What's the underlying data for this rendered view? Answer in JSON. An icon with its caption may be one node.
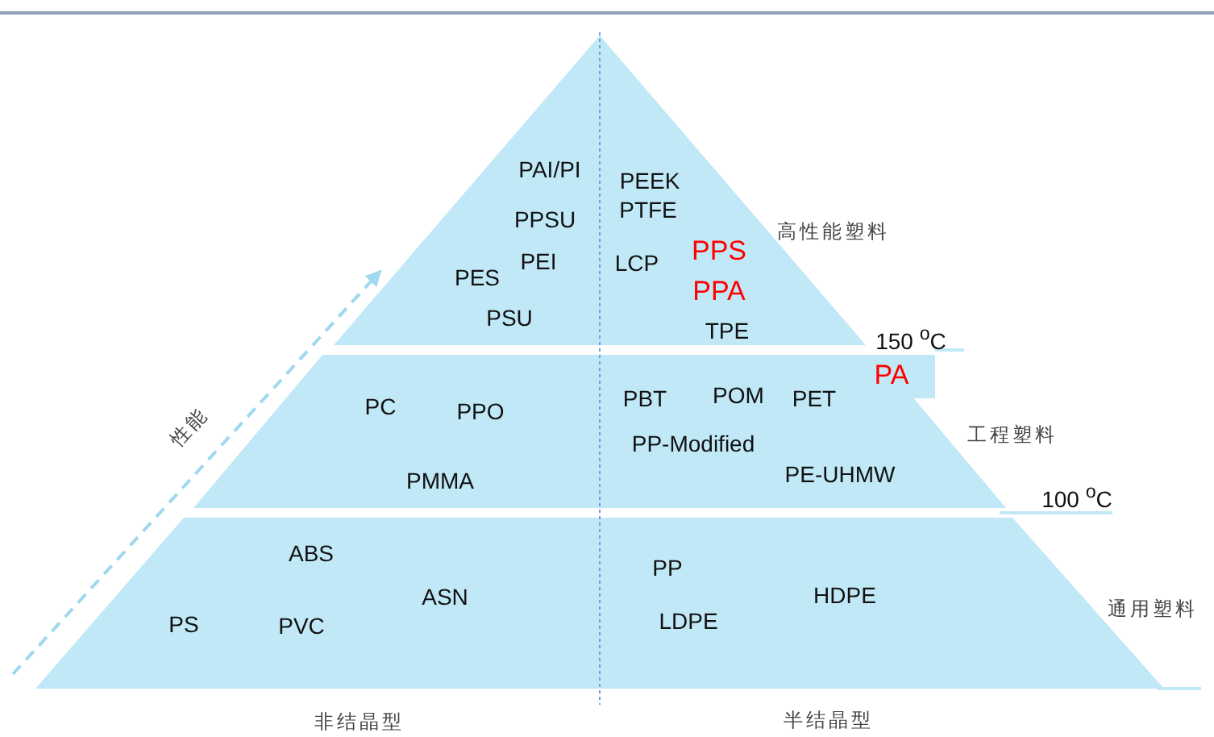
{
  "diagram": {
    "nodes": [
      {
        "text": [
          "PAI/PI",
          "PPSU",
          "PEI",
          "PES",
          "PSU",
          "PEEK",
          "PTFE",
          "LCP",
          "PPS",
          "PPA",
          "TPE"
        ],
        "beside": [
          "高性能塑料"
        ]
      },
      {
        "text": [
          "PA"
        ]
      },
      {
        "text": [
          "PC",
          "PPO",
          "PMMA",
          "PBT",
          "POM",
          "PET",
          "PP-Modified",
          "PE-UHMW"
        ],
        "beside": [
          "工程塑料"
        ]
      },
      {
        "text": [
          "ABS",
          "ASN",
          "PS",
          "PVC",
          "PP",
          "LDPE",
          "HDPE"
        ],
        "beside": [
          "通用塑料"
        ]
      }
    ],
    "labels": [
      "150 $^{o}$C",
      "100 $^{o}$C",
      "性能",
      "非结晶型",
      "半结晶型"
    ]
  }
}
